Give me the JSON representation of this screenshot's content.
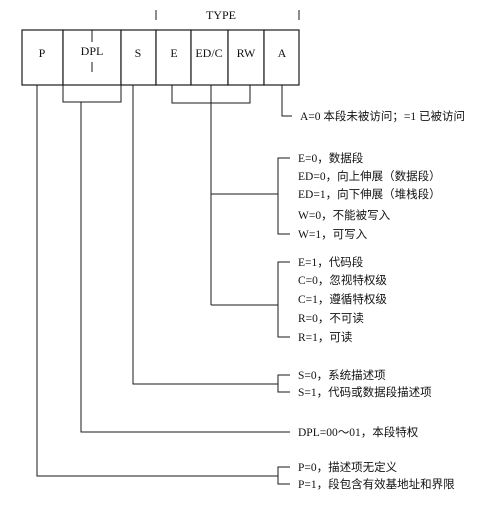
{
  "type_header": "TYPE",
  "fields": {
    "p": "P",
    "dpl": "DPL",
    "s": "S",
    "e": "E",
    "edc": "ED/C",
    "rw": "RW",
    "a": "A"
  },
  "descriptions": {
    "a": [
      "A=0 本段未被访问；=1 已被访问"
    ],
    "data_segment": [
      "E=0，数据段",
      "ED=0，向上伸展（数据段）",
      "ED=1，向下伸展（堆栈段）",
      "W=0，不能被写入",
      "W=1，可写入"
    ],
    "code_segment": [
      "E=1，代码段",
      "C=0，忽视特权级",
      "C=1，遵循特权级",
      "R=0，不可读",
      "R=1，可读"
    ],
    "s": [
      "S=0，系统描述项",
      "S=1，代码或数据段描述项"
    ],
    "dpl": [
      "DPL=00～01，本段特权"
    ],
    "p": [
      "P=0，描述项无定义",
      "P=1，段包含有效基地址和界限"
    ]
  }
}
